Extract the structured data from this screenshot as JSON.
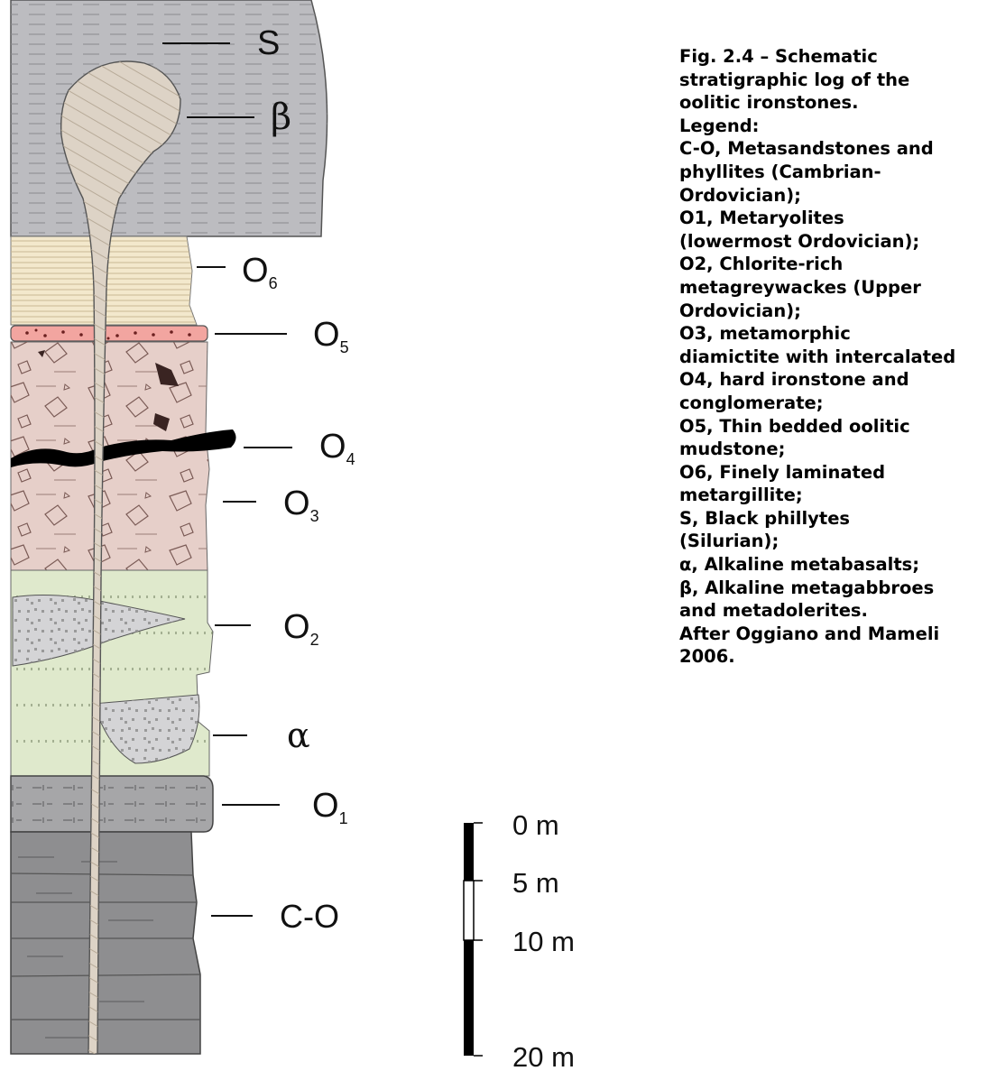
{
  "caption": {
    "lines": [
      "Fig. 2.4 – Schematic",
      "stratigraphic log of the",
      "oolitic ironstones.",
      "Legend:",
      "C-O,  Metasandstones and",
      "phyllites (Cambrian-",
      "Ordovician);",
      "O1, Metaryolites",
      "(lowermost Ordovician);",
      "O2, Chlorite-rich",
      "metagreywackes (Upper",
      "Ordovician);",
      "O3, metamorphic",
      "diamictite with intercalated",
      "O4, hard ironstone and",
      "conglomerate;",
      "O5, Thin bedded oolitic",
      "mudstone;",
      "O6, Finely laminated",
      "metargillite;",
      "S, Black  phillytes",
      "(Silurian);",
      "α, Alkaline metabasalts;",
      "β, Alkaline metagabbroes",
      "and metadolerites.",
      "After Oggiano and Mameli",
      "2006."
    ]
  },
  "units": {
    "S": {
      "label": "S"
    },
    "beta": {
      "label": "β"
    },
    "O6": {
      "base": "O",
      "sub": "6"
    },
    "O5": {
      "base": "O",
      "sub": "5"
    },
    "O4": {
      "base": "O",
      "sub": "4"
    },
    "O3": {
      "base": "O",
      "sub": "3"
    },
    "O2": {
      "base": "O",
      "sub": "2"
    },
    "alpha": {
      "label": "α"
    },
    "O1": {
      "base": "O",
      "sub": "1"
    },
    "CO": {
      "label": "C-O"
    }
  },
  "scale": {
    "labels": [
      "0 m",
      "5 m",
      "10 m",
      "20 m"
    ]
  },
  "colors": {
    "silurian": "#bcbcc0",
    "o6": "#f3e8cc",
    "o5": "#f2a5a0",
    "o3": "#e6cfc9",
    "o2": "#dfe9cc",
    "o1": "#a6a6a8",
    "co": "#8e8e90",
    "dyke": "#ddd3c6",
    "ironstone": "#000000"
  }
}
